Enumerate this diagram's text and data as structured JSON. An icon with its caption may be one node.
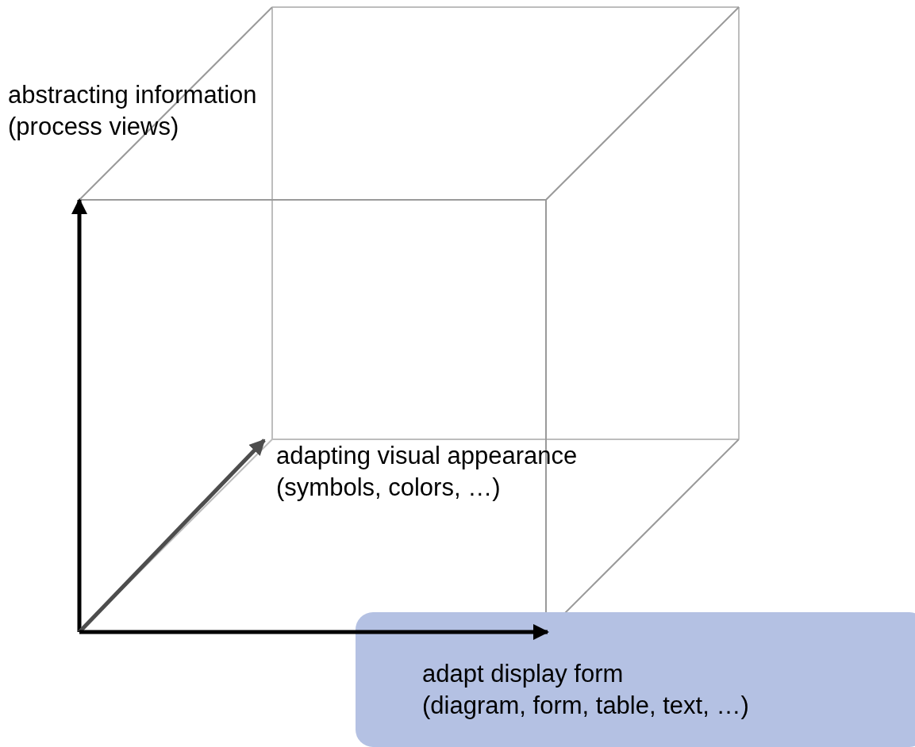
{
  "diagram": {
    "nodes": [
      {
        "text": [
          "abstracting information",
          "(process views)"
        ]
      },
      {
        "text": [
          "adapting visual appearance",
          "(symbols, colors, …)"
        ]
      },
      {
        "text": [
          "adapt display form",
          "(diagram, form, table, text, …)"
        ]
      }
    ],
    "edges": [
      {
        "from": null,
        "to": 0,
        "arrow": "to"
      },
      {
        "from": null,
        "to": 1,
        "arrow": "to",
        "color": "#4d4d4d"
      },
      {
        "from": null,
        "to": 2,
        "arrow": "to"
      }
    ]
  }
}
